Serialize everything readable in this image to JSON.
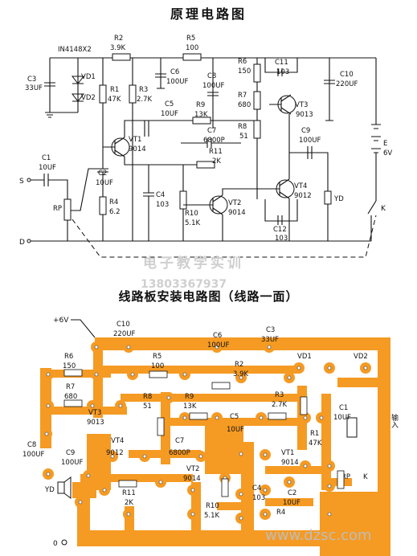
{
  "titles": {
    "schematic": "原理电路图",
    "board": "线路板安装电路图（线路一面）"
  },
  "watermark": {
    "text": "电子教学实训",
    "phone": "13803367937",
    "site": "www.dzsc.com"
  },
  "schematic": {
    "diodes_part": "IN4148X2",
    "VD1": "VD1",
    "VD2": "VD2",
    "C3": [
      "C3",
      "33UF"
    ],
    "R2": [
      "R2",
      "3.9K"
    ],
    "R5": [
      "R5",
      "100"
    ],
    "R1": [
      "R1",
      "47K"
    ],
    "R3": [
      "R3",
      "2.7K"
    ],
    "C6": [
      "C6",
      "100UF"
    ],
    "C8": [
      "C8",
      "100UF"
    ],
    "R6": [
      "R6",
      "150"
    ],
    "R7": [
      "R7",
      "680"
    ],
    "R8": [
      "R8",
      "51"
    ],
    "C11": [
      "C11",
      "103"
    ],
    "C10": [
      "C10",
      "220UF"
    ],
    "VT3": [
      "VT3",
      "9013"
    ],
    "C5": [
      "C5",
      "10UF"
    ],
    "R9": [
      "R9",
      "13K"
    ],
    "C7": [
      "C7",
      "6800P"
    ],
    "R11": [
      "R11",
      "2K"
    ],
    "C9": [
      "C9",
      "100UF"
    ],
    "E": [
      "E",
      "6V"
    ],
    "C1": [
      "C1",
      "10UF"
    ],
    "S": "S",
    "C2": [
      "C2",
      "10UF"
    ],
    "VT1": [
      "VT1",
      "9014"
    ],
    "RP": "RP",
    "R4": [
      "R4",
      "6.2"
    ],
    "C4": [
      "C4",
      "103"
    ],
    "R10": [
      "R10",
      "5.1K"
    ],
    "VT2": [
      "VT2",
      "9014"
    ],
    "VT4": [
      "VT4",
      "9012"
    ],
    "C12": [
      "C12",
      "103"
    ],
    "YD": "YD",
    "K": "K",
    "D": "D"
  },
  "board": {
    "plus6v": "+6V",
    "C10": [
      "C10",
      "220UF"
    ],
    "C6": [
      "C6",
      "100UF"
    ],
    "C3": [
      "C3",
      "33UF"
    ],
    "VD1": "VD1",
    "VD2": "VD2",
    "R6": [
      "R6",
      "150"
    ],
    "R5": [
      "R5",
      "100"
    ],
    "R2": [
      "R2",
      "3.9K"
    ],
    "R7": [
      "R7",
      "680"
    ],
    "R8": [
      "R8",
      "51"
    ],
    "R9": [
      "R9",
      "13K"
    ],
    "R3": [
      "R3",
      "2.7K"
    ],
    "C1": [
      "C1",
      "10UF"
    ],
    "input": "输入",
    "VT3": [
      "VT3",
      "9013"
    ],
    "C5": [
      "C5",
      "10UF"
    ],
    "R1": [
      "R1",
      "47K"
    ],
    "C8": [
      "C8",
      "100UF"
    ],
    "VT4": [
      "VT4",
      "9012"
    ],
    "C7": [
      "C7",
      "6800P"
    ],
    "VT1": [
      "VT1",
      "9014"
    ],
    "C9": [
      "C9",
      "100UF"
    ],
    "VT2": [
      "VT2",
      "9014"
    ],
    "RP": "RP",
    "K": "K",
    "YD": "YD",
    "R11": [
      "R11",
      "2K"
    ],
    "C4": [
      "C4",
      "103"
    ],
    "C2": [
      "C2",
      "10UF"
    ],
    "R10": [
      "R10",
      "5.1K"
    ],
    "R4": "R4",
    "zero": "0"
  }
}
